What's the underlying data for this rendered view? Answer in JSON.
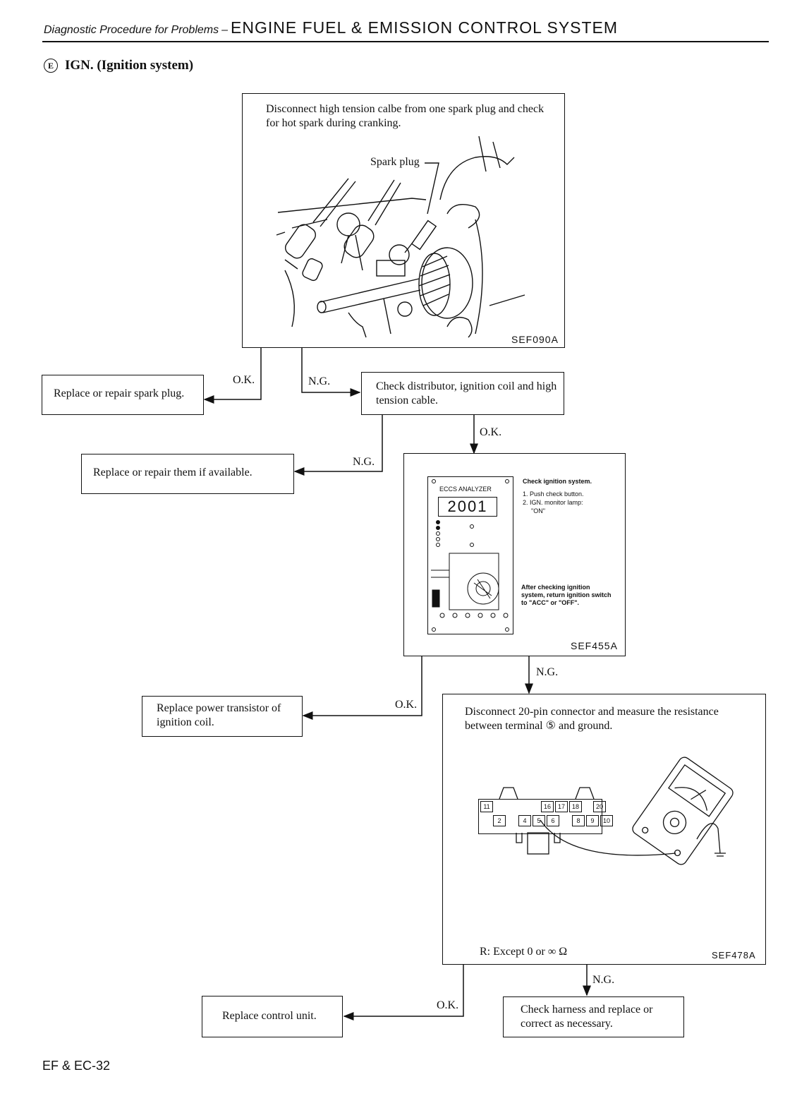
{
  "header": {
    "section_italic": "Diagnostic Procedure for Problems",
    "dash": "–",
    "system_title": "ENGINE FUEL & EMISSION CONTROL SYSTEM"
  },
  "subtitle": {
    "circle_letter": "E",
    "text": "IGN. (Ignition system)"
  },
  "steps": {
    "spark_check": {
      "text": "Disconnect high tension calbe from one spark plug and check for hot spark during cranking.",
      "figure_label": "Spark plug",
      "figure_code": "SEF090A"
    },
    "replace_spark_plug": "Replace or repair spark plug.",
    "check_distributor": "Check distributor, ignition coil and high tension cable.",
    "replace_them": "Replace or repair them if available.",
    "analyzer": {
      "device_label": "ECCS ANALYZER",
      "display_value": "2001",
      "title": "Check ignition system.",
      "step1": "1. Push check button.",
      "step2": "2. IGN. monitor lamp:",
      "step2_value": "\"ON\"",
      "after_note": "After checking ignition system, return ignition switch to \"ACC\" or \"OFF\".",
      "figure_code": "SEF455A"
    },
    "replace_transistor": "Replace power transistor of ignition coil.",
    "resistance": {
      "text_line1": "Disconnect 20-pin connector and measure the resistance",
      "text_line2": "between terminal ⑤ and ground.",
      "connector_top": [
        "11",
        "16",
        "17",
        "18",
        "20"
      ],
      "connector_bottom": [
        "2",
        "4",
        "5",
        "6",
        "8",
        "9",
        "10"
      ],
      "spec": "R:  Except 0 or ∞ Ω",
      "figure_code": "SEF478A"
    },
    "replace_control_unit": "Replace control unit.",
    "check_harness": "Check harness and replace or correct as necessary."
  },
  "labels": {
    "ok": "O.K.",
    "ng": "N.G."
  },
  "footer": {
    "page_number": "EF & EC-32"
  }
}
